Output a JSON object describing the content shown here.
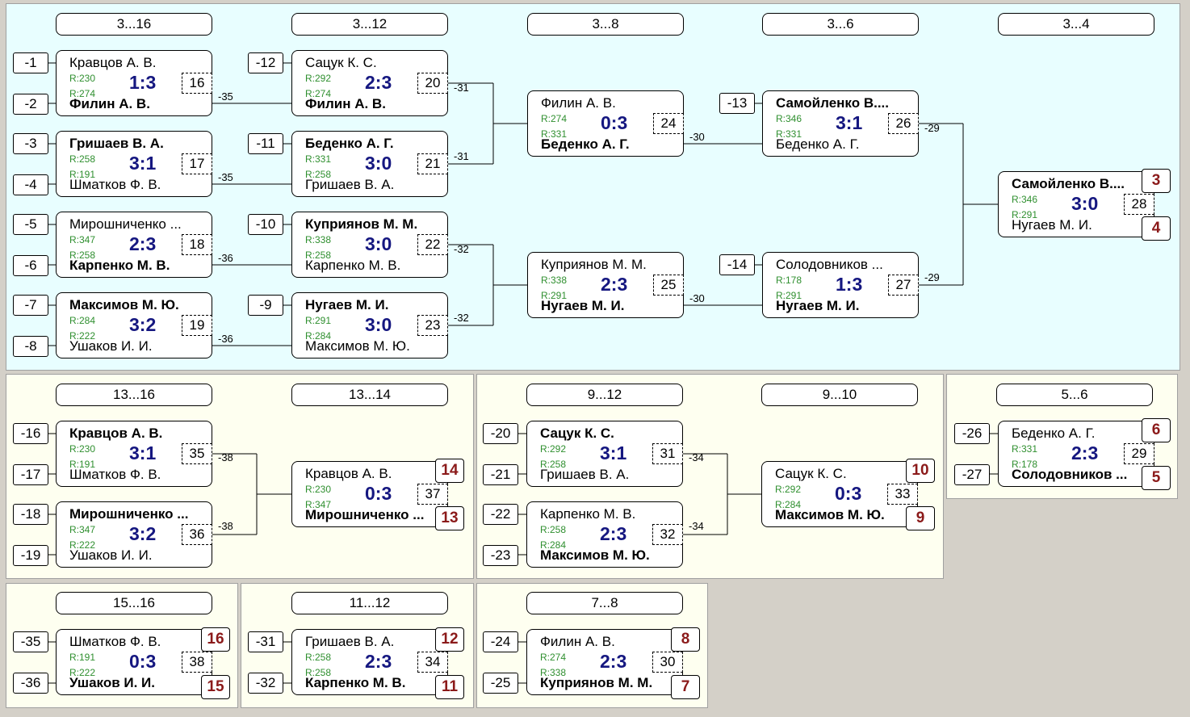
{
  "headers": {
    "h_3_16": "3...16",
    "h_3_12": "3...12",
    "h_3_8": "3...8",
    "h_3_6": "3...6",
    "h_3_4": "3...4",
    "h_13_16": "13...16",
    "h_13_14": "13...14",
    "h_9_12": "9...12",
    "h_9_10": "9...10",
    "h_5_6": "5...6",
    "h_15_16": "15...16",
    "h_11_12": "11...12",
    "h_7_8": "7...8"
  },
  "seeds": {
    "s1": "-1",
    "s2": "-2",
    "s3": "-3",
    "s4": "-4",
    "s5": "-5",
    "s6": "-6",
    "s7": "-7",
    "s8": "-8",
    "s12": "-12",
    "s11": "-11",
    "s10": "-10",
    "s9": "-9",
    "s13": "-13",
    "s14": "-14",
    "s16": "-16",
    "s17": "-17",
    "s18": "-18",
    "s19": "-19",
    "s20": "-20",
    "s21": "-21",
    "s22": "-22",
    "s23": "-23",
    "s26": "-26",
    "s27": "-27",
    "s35": "-35",
    "s36": "-36",
    "s31": "-31",
    "s32": "-32",
    "s24": "-24",
    "s25": "-25"
  },
  "matches": {
    "m16": {
      "p1": "Кравцов А. В.",
      "r1": "R:230",
      "p2": "Филин А. В.",
      "r2": "R:274",
      "score": "1:3",
      "num": "16"
    },
    "m17": {
      "p1": "Гришаев В. А.",
      "r1": "R:258",
      "p2": "Шматков Ф. В.",
      "r2": "R:191",
      "score": "3:1",
      "num": "17"
    },
    "m18": {
      "p1": "Мирошниченко ...",
      "r1": "R:347",
      "p2": "Карпенко М. В.",
      "r2": "R:258",
      "score": "2:3",
      "num": "18"
    },
    "m19": {
      "p1": "Максимов М. Ю.",
      "r1": "R:284",
      "p2": "Ушаков И. И.",
      "r2": "R:222",
      "score": "3:2",
      "num": "19"
    },
    "m20": {
      "p1": "Сацук К. С.",
      "r1": "R:292",
      "p2": "Филин А. В.",
      "r2": "R:274",
      "score": "2:3",
      "num": "20"
    },
    "m21": {
      "p1": "Беденко А. Г.",
      "r1": "R:331",
      "p2": "Гришаев В. А.",
      "r2": "R:258",
      "score": "3:0",
      "num": "21"
    },
    "m22": {
      "p1": "Куприянов М. М.",
      "r1": "R:338",
      "p2": "Карпенко М. В.",
      "r2": "R:258",
      "score": "3:0",
      "num": "22"
    },
    "m23": {
      "p1": "Нугаев М. И.",
      "r1": "R:291",
      "p2": "Максимов М. Ю.",
      "r2": "R:284",
      "score": "3:0",
      "num": "23"
    },
    "m24": {
      "p1": "Филин А. В.",
      "r1": "R:274",
      "p2": "Беденко А. Г.",
      "r2": "R:331",
      "score": "0:3",
      "num": "24"
    },
    "m25": {
      "p1": "Куприянов М. М.",
      "r1": "R:338",
      "p2": "Нугаев М. И.",
      "r2": "R:291",
      "score": "2:3",
      "num": "25"
    },
    "m26": {
      "p1": "Самойленко В....",
      "r1": "R:346",
      "p2": "Беденко А. Г.",
      "r2": "R:331",
      "score": "3:1",
      "num": "26"
    },
    "m27": {
      "p1": "Солодовников ...",
      "r1": "R:178",
      "p2": "Нугаев М. И.",
      "r2": "R:291",
      "score": "1:3",
      "num": "27"
    },
    "m28": {
      "p1": "Самойленко В....",
      "r1": "R:346",
      "p2": "Нугаев М. И.",
      "r2": "R:291",
      "score": "3:0",
      "num": "28"
    },
    "m35": {
      "p1": "Кравцов А. В.",
      "r1": "R:230",
      "p2": "Шматков Ф. В.",
      "r2": "R:191",
      "score": "3:1",
      "num": "35"
    },
    "m36": {
      "p1": "Мирошниченко ...",
      "r1": "R:347",
      "p2": "Ушаков И. И.",
      "r2": "R:222",
      "score": "3:2",
      "num": "36"
    },
    "m37": {
      "p1": "Кравцов А. В.",
      "r1": "R:230",
      "p2": "Мирошниченко ...",
      "r2": "R:347",
      "score": "0:3",
      "num": "37"
    },
    "m31": {
      "p1": "Сацук К. С.",
      "r1": "R:292",
      "p2": "Гришаев В. А.",
      "r2": "R:258",
      "score": "3:1",
      "num": "31"
    },
    "m32": {
      "p1": "Карпенко М. В.",
      "r1": "R:258",
      "p2": "Максимов М. Ю.",
      "r2": "R:284",
      "score": "2:3",
      "num": "32"
    },
    "m33": {
      "p1": "Сацук К. С.",
      "r1": "R:292",
      "p2": "Максимов М. Ю.",
      "r2": "R:284",
      "score": "0:3",
      "num": "33"
    },
    "m29": {
      "p1": "Беденко А. Г.",
      "r1": "R:331",
      "p2": "Солодовников ...",
      "r2": "R:178",
      "score": "2:3",
      "num": "29"
    },
    "m38": {
      "p1": "Шматков Ф. В.",
      "r1": "R:191",
      "p2": "Ушаков И. И.",
      "r2": "R:222",
      "score": "0:3",
      "num": "38"
    },
    "m34": {
      "p1": "Гришаев В. А.",
      "r1": "R:258",
      "p2": "Карпенко М. В.",
      "r2": "R:258",
      "score": "2:3",
      "num": "34"
    },
    "m30": {
      "p1": "Филин А. В.",
      "r1": "R:274",
      "p2": "Куприянов М. М.",
      "r2": "R:338",
      "score": "2:3",
      "num": "30"
    }
  },
  "labels": {
    "l35a": "-35",
    "l35b": "-35",
    "l36a": "-36",
    "l36b": "-36",
    "l31a": "-31",
    "l31b": "-31",
    "l32a": "-32",
    "l32b": "-32",
    "l30a": "-30",
    "l30b": "-30",
    "l29a": "-29",
    "l29b": "-29",
    "l38a": "-38",
    "l38b": "-38",
    "l34a": "-34",
    "l34b": "-34"
  },
  "places": {
    "p3": "3",
    "p4": "4",
    "p14": "14",
    "p13": "13",
    "p10": "10",
    "p9": "9",
    "p6": "6",
    "p5": "5",
    "p16": "16",
    "p15": "15",
    "p12": "12",
    "p11": "11",
    "p8": "8",
    "p7": "7"
  }
}
